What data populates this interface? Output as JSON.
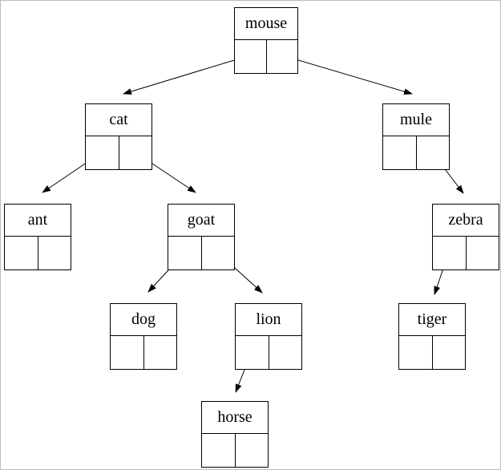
{
  "diagram": {
    "type": "binary-tree",
    "description": "Linked binary tree of animal-name nodes, each node drawn as a label box above two pointer cells",
    "colors": {
      "node_border": "#000000",
      "edge_line": "#000000",
      "background": "#ffffff",
      "page_border": "#bdbdbd"
    },
    "nodes": [
      {
        "id": "mouse",
        "label": "mouse",
        "left_child": "cat",
        "right_child": "mule"
      },
      {
        "id": "cat",
        "label": "cat",
        "left_child": "ant",
        "right_child": "goat"
      },
      {
        "id": "mule",
        "label": "mule",
        "left_child": null,
        "right_child": "zebra"
      },
      {
        "id": "ant",
        "label": "ant",
        "left_child": null,
        "right_child": null
      },
      {
        "id": "goat",
        "label": "goat",
        "left_child": "dog",
        "right_child": "lion"
      },
      {
        "id": "zebra",
        "label": "zebra",
        "left_child": "tiger",
        "right_child": null
      },
      {
        "id": "dog",
        "label": "dog",
        "left_child": null,
        "right_child": null
      },
      {
        "id": "lion",
        "label": "lion",
        "left_child": "horse",
        "right_child": null
      },
      {
        "id": "tiger",
        "label": "tiger",
        "left_child": null,
        "right_child": null
      },
      {
        "id": "horse",
        "label": "horse",
        "left_child": null,
        "right_child": null
      }
    ],
    "edges": [
      {
        "from": "mouse",
        "pointer": "left",
        "to": "cat"
      },
      {
        "from": "mouse",
        "pointer": "right",
        "to": "mule"
      },
      {
        "from": "cat",
        "pointer": "left",
        "to": "ant"
      },
      {
        "from": "cat",
        "pointer": "right",
        "to": "goat"
      },
      {
        "from": "mule",
        "pointer": "right",
        "to": "zebra"
      },
      {
        "from": "goat",
        "pointer": "left",
        "to": "dog"
      },
      {
        "from": "goat",
        "pointer": "right",
        "to": "lion"
      },
      {
        "from": "zebra",
        "pointer": "left",
        "to": "tiger"
      },
      {
        "from": "lion",
        "pointer": "left",
        "to": "horse"
      }
    ]
  }
}
